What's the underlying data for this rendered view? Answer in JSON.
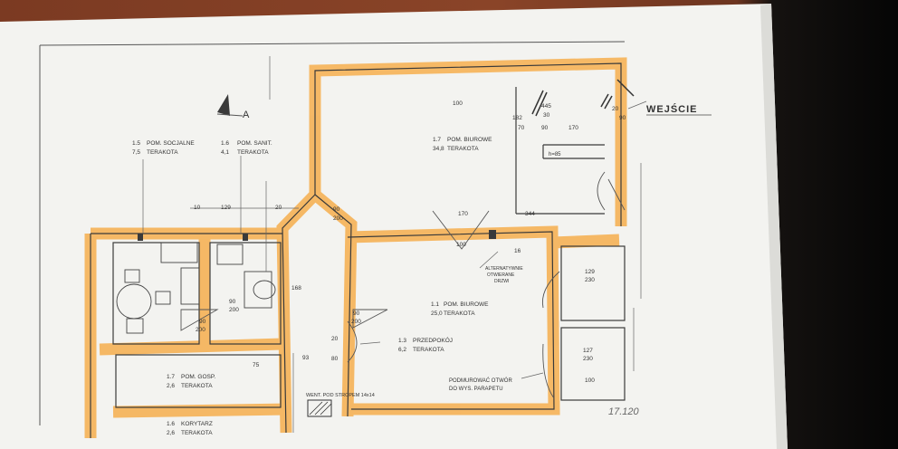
{
  "plan": {
    "entrance": "WEJŚCIE",
    "section_marker": "A",
    "rooms": [
      {
        "num": "1.5",
        "name": "POM. SOCJALNE",
        "area": "7,5",
        "floor": "TERAKOTA"
      },
      {
        "num": "1.6",
        "name": "POM. SANIT.",
        "area": "4,1",
        "floor": "TERAKOTA"
      },
      {
        "num": "1.7",
        "name": "POM. BIUROWE",
        "area": "34,8",
        "floor": "TERAKOTA"
      },
      {
        "num": "1.1",
        "name": "POM. BIUROWE",
        "area": "25,0",
        "floor": "TERAKOTA"
      },
      {
        "num": "1.3",
        "name": "PRZEDPOKÓJ",
        "area": "6,2",
        "floor": "TERAKOTA"
      },
      {
        "num": "1.7",
        "name": "POM. GOSP.",
        "area": "2,6",
        "floor": "TERAKOTA"
      },
      {
        "num": "1.6",
        "name": "KORYTARZ",
        "area": "2,6",
        "floor": "TERAKOTA"
      }
    ],
    "notes": {
      "alt_door": [
        "ALTERNATYWNIE",
        "OTWIERANE",
        "DRZWI"
      ],
      "bricked": [
        "PODMUROWAĆ OTWÓR",
        "DO WYS. PARAPETU"
      ],
      "vent": "WENT. POD STROPEM 14x14",
      "h85": "h=85"
    },
    "dims": {
      "d100": "100",
      "d182": "182",
      "d445": "445",
      "d30": "30",
      "d70": "70",
      "d90": "90",
      "d170": "170",
      "d20": "20",
      "d90b": "90",
      "d344": "344",
      "d129": "129",
      "d10": "10",
      "d20b": "20",
      "d90c": "90",
      "d200": "200",
      "d170b": "170",
      "d16": "16",
      "d168": "168",
      "d129b": "129",
      "d230": "230",
      "d127": "127",
      "d230b": "230",
      "d90d": "90",
      "d200b": "200",
      "d90e": "90",
      "d200c": "200",
      "d90f": "90",
      "d200d": "200",
      "d75": "75",
      "d93": "93",
      "d80": "80",
      "d20c": "20",
      "d100b": "100",
      "d100c": "100"
    },
    "handwriting": "17.120"
  },
  "colors": {
    "wall_highlight": "#f6b45a",
    "ink": "#3a3a3a",
    "paper": "#f3f3f0"
  }
}
